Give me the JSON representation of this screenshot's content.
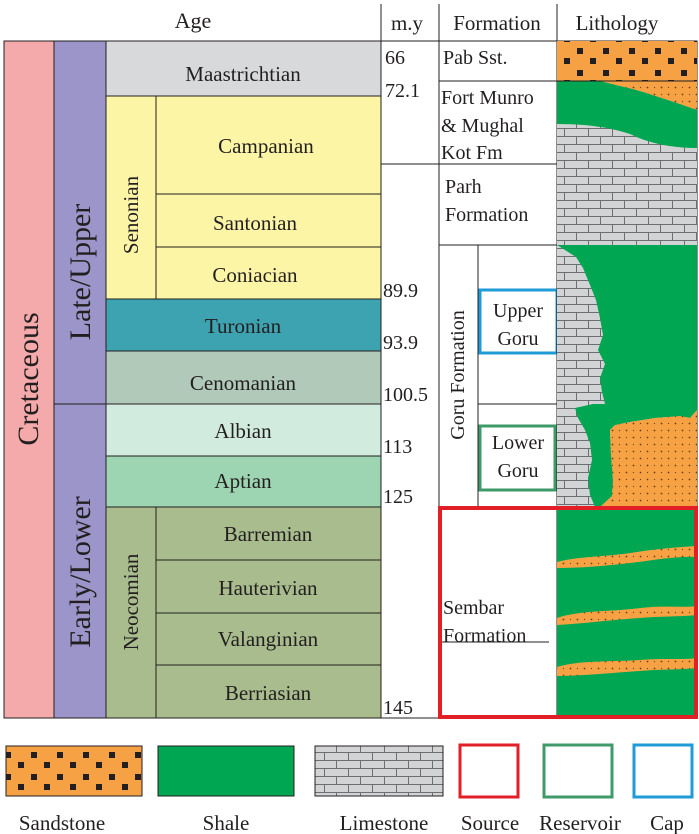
{
  "header": {
    "age": "Age",
    "my": "m.y",
    "formation": "Formation",
    "lithology": "Lithology"
  },
  "system": "Cretaceous",
  "series": {
    "late": "Late/Upper",
    "early": "Early/Lower"
  },
  "subseries": {
    "senonian": "Senonian",
    "neocomian": "Neocomian"
  },
  "stages": {
    "maastrichtian": "Maastrichtian",
    "campanian": "Campanian",
    "santonian": "Santonian",
    "coniacian": "Coniacian",
    "turonian": "Turonian",
    "cenomanian": "Cenomanian",
    "albian": "Albian",
    "aptian": "Aptian",
    "barremian": "Barremian",
    "hauterivian": "Hauterivian",
    "valanginian": "Valanginian",
    "berriasian": "Berriasian"
  },
  "ages_my": {
    "a66": "66",
    "a72": "72.1",
    "a89": "89.9",
    "a93": "93.9",
    "a100": "100.5",
    "a113": "113",
    "a125": "125",
    "a145": "145"
  },
  "formations": {
    "pab": "Pab Sst.",
    "fm_l1": "Fort Munro",
    "fm_l2": "& Mughal",
    "fm_l3": "Kot Fm",
    "parh_l1": "Parh",
    "parh_l2": "Formation",
    "goru": "Goru Formation",
    "upper_l1": "Upper",
    "upper_l2": "Goru",
    "lower_l1": "Lower",
    "lower_l2": "Goru",
    "sembar_l1": "Sembar",
    "sembar_l2": "Formation"
  },
  "legend": {
    "sandstone": "Sandstone",
    "shale": "Shale",
    "limestone": "Limestone",
    "source": "Source",
    "reservoir": "Reservoir",
    "cap": "Cap"
  },
  "colors": {
    "cretaceous": "#f4a9aa",
    "series": "#9b95c9",
    "maastrichtian": "#d8d9db",
    "senonian": "#fdf5a6",
    "turonian": "#3ea3b1",
    "cenomanian": "#b0c9b9",
    "albian": "#d1ebde",
    "aptian": "#9dd5b3",
    "neocomian": "#a9bc8d",
    "sandstone": "#f6a244",
    "shale": "#00a651",
    "limestone": "#d2d3d5",
    "source_box": "#e21e26",
    "reservoir_box": "#3f9a6a",
    "cap_box": "#1f9bd7"
  }
}
